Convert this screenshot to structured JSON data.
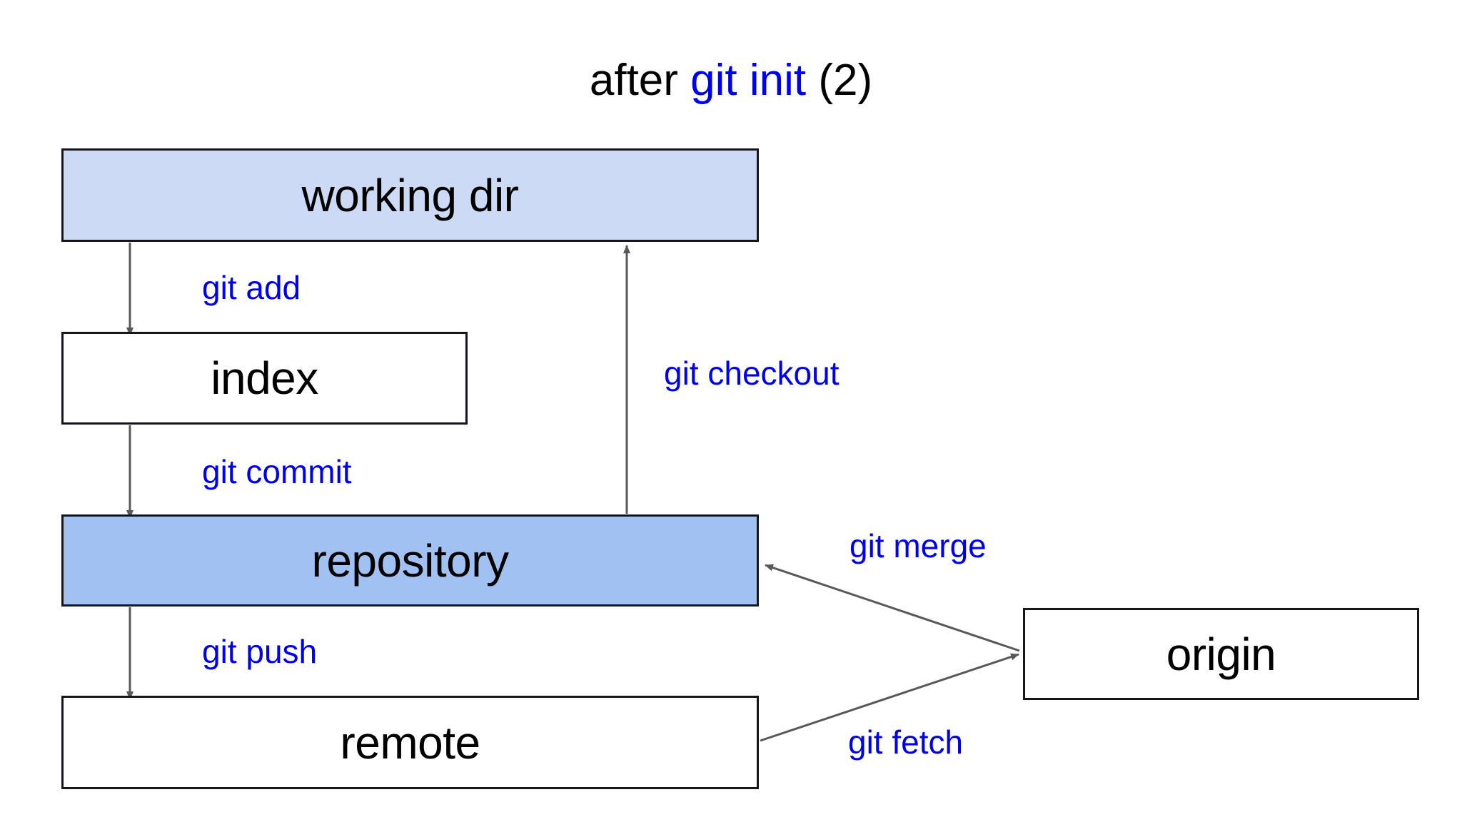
{
  "slide": {
    "title_prefix": "after ",
    "title_command": "git init",
    "title_suffix": " (2)"
  },
  "colors": {
    "command_blue": "#0000f0",
    "working_dir_fill": "#ccdaf5",
    "repository_fill": "#a0c1f2",
    "plain_fill": "#ffffff",
    "border": "#16161d",
    "arrow": "#585858"
  },
  "nodes": [
    {
      "id": "working-dir",
      "label": "working dir"
    },
    {
      "id": "index",
      "label": "index"
    },
    {
      "id": "repository",
      "label": "repository"
    },
    {
      "id": "remote",
      "label": "remote"
    },
    {
      "id": "origin",
      "label": "origin"
    }
  ],
  "edges": [
    {
      "id": "git-add",
      "label": "git add",
      "from": "working-dir",
      "to": "index"
    },
    {
      "id": "git-commit",
      "label": "git commit",
      "from": "index",
      "to": "repository"
    },
    {
      "id": "git-push",
      "label": "git push",
      "from": "repository",
      "to": "remote"
    },
    {
      "id": "git-checkout",
      "label": "git checkout",
      "from": "repository",
      "to": "working-dir"
    },
    {
      "id": "git-merge",
      "label": "git merge",
      "from": "origin",
      "to": "repository"
    },
    {
      "id": "git-fetch",
      "label": "git fetch",
      "from": "remote",
      "to": "origin"
    }
  ]
}
